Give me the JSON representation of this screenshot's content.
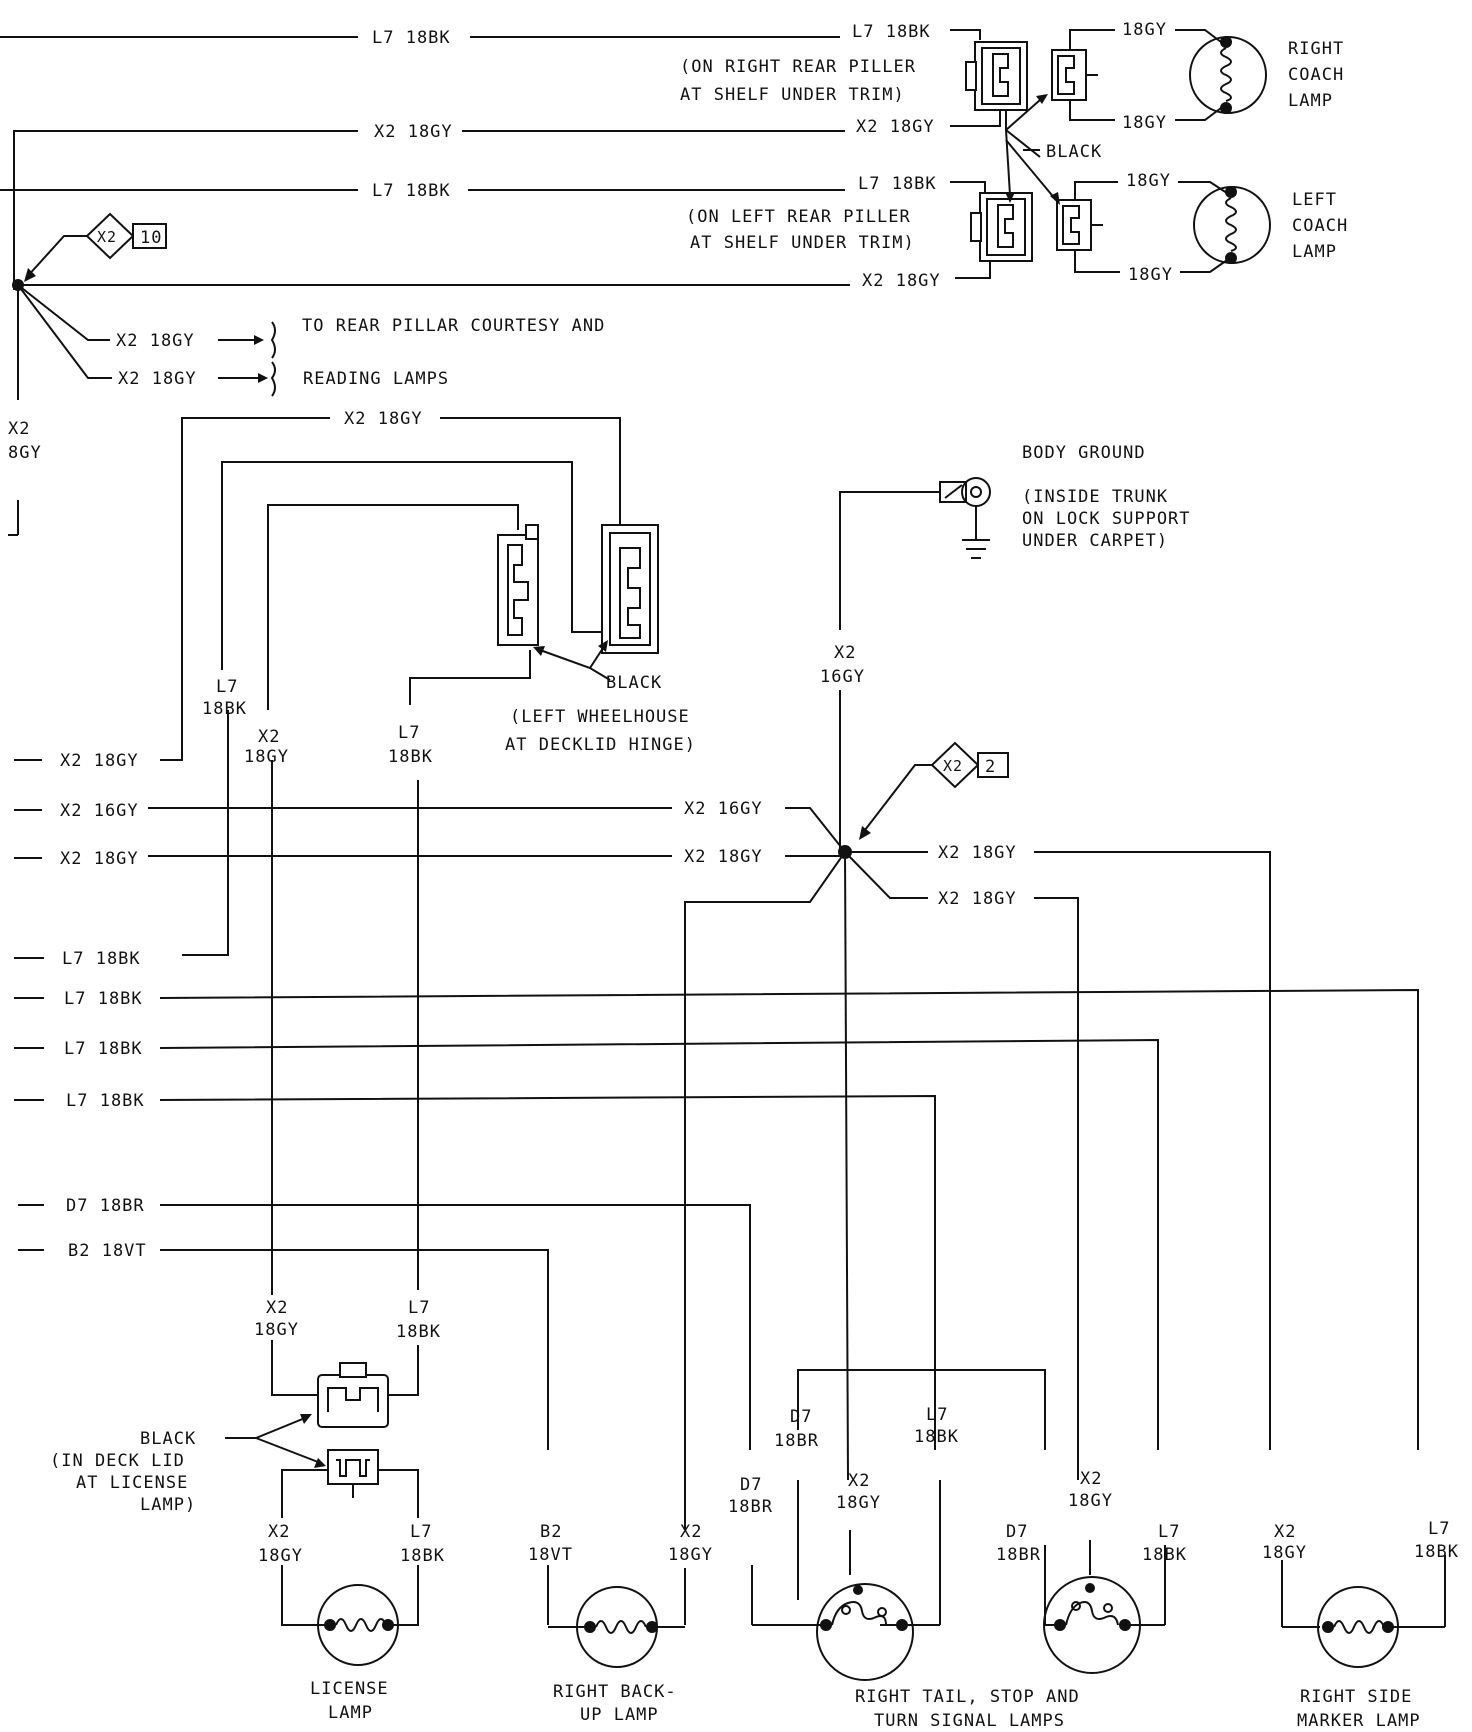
{
  "left_labels": {
    "l7_top": "L7 18BK",
    "x2_top1": "X2 18GY",
    "l7_top2": "L7 18BK",
    "x2_top2": "X2 18GY",
    "x2_reading1": "X2 18GY",
    "x2_reading2": "X2 18GY",
    "edge_x2": "X2",
    "edge_gy": "8GY",
    "r1": "X2 18GY",
    "r2": "X2 16GY",
    "r3": "X2 18GY",
    "r4": "L7 18BK",
    "r5": "L7 18BK",
    "r6": "L7 18BK",
    "r7": "L7 18BK",
    "r8": "D7 18BR",
    "r9": "B2 18VT"
  },
  "splice_top": {
    "label": "X2",
    "num": "10"
  },
  "splice_mid": {
    "label": "X2",
    "num": "2"
  },
  "reading_lamps": {
    "line1": "TO REAR PILLAR COURTESY AND",
    "line2": "READING LAMPS"
  },
  "coach": {
    "l7_right": "L7 18BK",
    "x2_right": "X2 18GY",
    "l7_left": "L7 18BK",
    "x2_left": "X2 18GY",
    "right_note_1": "(ON RIGHT REAR PILLER",
    "right_note_2": "AT SHELF UNDER TRIM)",
    "left_note_1": "(ON LEFT REAR PILLER",
    "left_note_2": "AT SHELF UNDER TRIM)",
    "black": "BLACK",
    "gy_rt_top": "18GY",
    "gy_rt_bot": "18GY",
    "gy_lf_top": "18GY",
    "gy_lf_bot": "18GY",
    "right_lamp": [
      "RIGHT",
      "COACH",
      "LAMP"
    ],
    "left_lamp": [
      "LEFT",
      "COACH",
      "LAMP"
    ]
  },
  "wheelhouse": {
    "x2_top": "X2 18GY",
    "black": "BLACK",
    "note_1": "(LEFT WHEELHOUSE",
    "note_2": "AT DECKLID HINGE)",
    "l7_a": "L7",
    "l7_b": "18BK",
    "x2_a": "X2",
    "x2_b": "18GY",
    "l7c_a": "L7",
    "l7c_b": "18BK"
  },
  "ground": {
    "title": "BODY GROUND",
    "note_1": "(INSIDE TRUNK",
    "note_2": "ON LOCK SUPPORT",
    "note_3": "UNDER CARPET)",
    "x2": "X2",
    "gy": "16GY"
  },
  "splice_wires": {
    "left_a": "X2 16GY",
    "left_b": "X2 18GY",
    "right_a": "X2 18GY",
    "right_b": "X2 18GY"
  },
  "license": {
    "x2_top": "X2",
    "gy_top": "18GY",
    "l7_top": "L7",
    "bk_top": "18BK",
    "black": "BLACK",
    "note_1": "(IN DECK LID",
    "note_2": "AT LICENSE",
    "note_3": "LAMP)",
    "x2": "X2",
    "gy": "18GY",
    "l7": "L7",
    "bk": "18BK",
    "name_1": "LICENSE",
    "name_2": "LAMP"
  },
  "backup": {
    "b2": "B2",
    "vt": "18VT",
    "x2": "X2",
    "gy": "18GY",
    "name_1": "RIGHT BACK-",
    "name_2": "UP LAMP"
  },
  "tail": {
    "d7_upper": "D7",
    "br_upper": "18BR",
    "l7_upper": "L7",
    "bk_upper": "18BK",
    "d7_a": "D7",
    "br_a": "18BR",
    "x2_a": "X2",
    "gy_a": "18GY",
    "x2_b": "X2",
    "gy_b": "18GY",
    "d7_b": "D7",
    "br_b": "18BR",
    "l7_b": "L7",
    "bk_b": "18BK",
    "name_1": "RIGHT TAIL, STOP AND",
    "name_2": "TURN SIGNAL LAMPS"
  },
  "marker": {
    "x2": "X2",
    "gy": "18GY",
    "l7": "L7",
    "bk": "18BK",
    "name_1": "RIGHT SIDE",
    "name_2": "MARKER LAMP"
  }
}
